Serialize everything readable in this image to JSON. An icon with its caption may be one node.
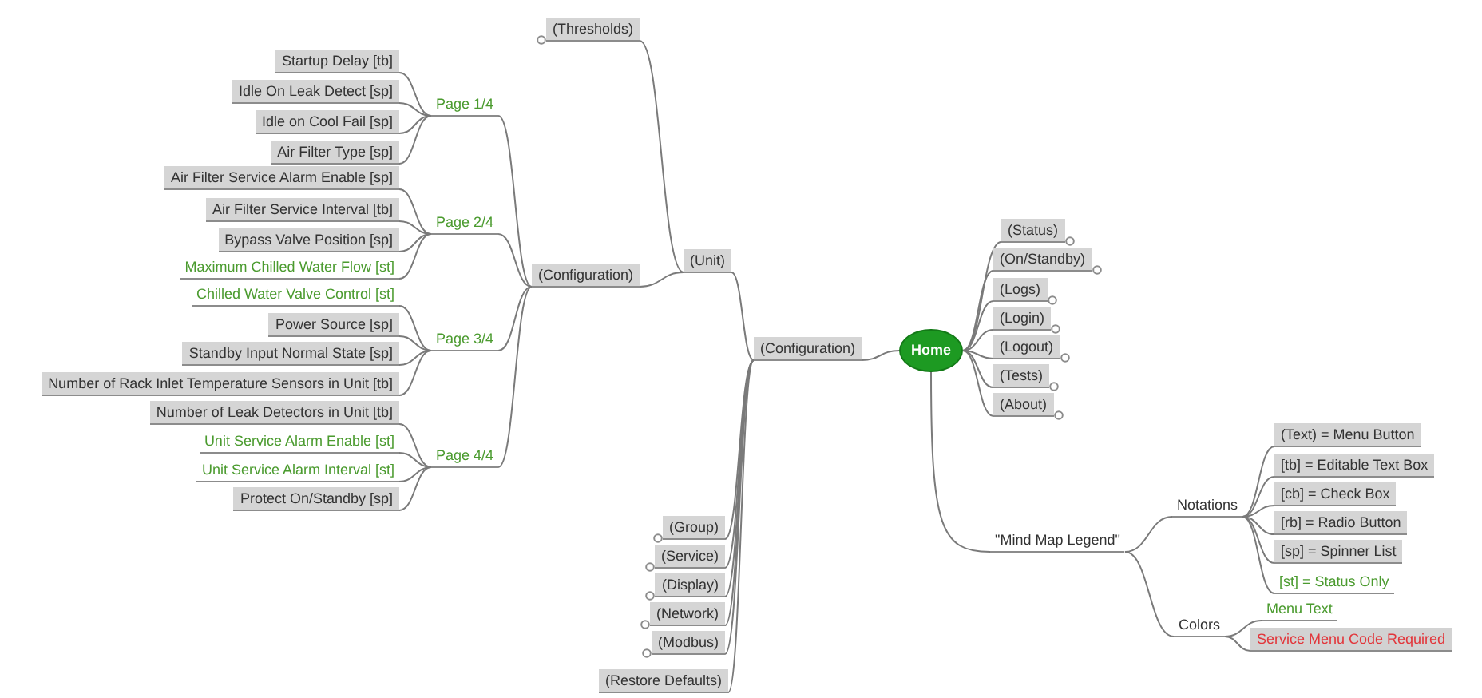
{
  "diagram": {
    "nodes": [
      {
        "text": [
          "(Thresholds)"
        ]
      },
      {
        "text": [
          "Startup Delay [tb]"
        ]
      },
      {
        "text": [
          "Idle On Leak Detect [sp]"
        ]
      },
      {
        "text": [
          "Idle on Cool Fail [sp]"
        ]
      },
      {
        "text": [
          "Air Filter Type [sp]"
        ]
      },
      {
        "text": [
          "Page 1/4"
        ]
      },
      {
        "text": [
          "Air Filter Service Alarm Enable [sp]"
        ]
      },
      {
        "text": [
          "Air Filter Service Interval [tb]"
        ]
      },
      {
        "text": [
          "Bypass Valve Position [sp]"
        ]
      },
      {
        "text": [
          "Maximum Chilled Water Flow [st]"
        ]
      },
      {
        "text": [
          "Page 2/4"
        ]
      },
      {
        "text": [
          "Chilled Water Valve Control [st]"
        ]
      },
      {
        "text": [
          "Power Source [sp]"
        ]
      },
      {
        "text": [
          "Standby Input Normal State [sp]"
        ]
      },
      {
        "text": [
          "Number of Rack Inlet Temperature Sensors in Unit [tb]"
        ]
      },
      {
        "text": [
          "Page 3/4"
        ]
      },
      {
        "text": [
          "Number of Leak Detectors in Unit [tb]"
        ]
      },
      {
        "text": [
          "Unit Service Alarm Enable [st]"
        ]
      },
      {
        "text": [
          "Unit Service Alarm Interval [st]"
        ]
      },
      {
        "text": [
          "Protect On/Standby [sp]"
        ]
      },
      {
        "text": [
          "Page 4/4"
        ]
      },
      {
        "text": [
          "(Configuration)"
        ]
      },
      {
        "text": [
          "(Unit)"
        ]
      },
      {
        "text": [
          "(Configuration)"
        ]
      },
      {
        "text": [
          "(Group)"
        ]
      },
      {
        "text": [
          "(Service)"
        ]
      },
      {
        "text": [
          "(Display)"
        ]
      },
      {
        "text": [
          "(Network)"
        ]
      },
      {
        "text": [
          "(Modbus)"
        ]
      },
      {
        "text": [
          "(Restore Defaults)"
        ]
      },
      {
        "text": [
          "Home"
        ]
      },
      {
        "text": [
          "(Status)"
        ]
      },
      {
        "text": [
          "(On/Standby)"
        ]
      },
      {
        "text": [
          "(Logs)"
        ]
      },
      {
        "text": [
          "(Login)"
        ]
      },
      {
        "text": [
          "(Logout)"
        ]
      },
      {
        "text": [
          "(Tests)"
        ]
      },
      {
        "text": [
          "(About)"
        ]
      },
      {
        "text": [
          "\"Mind Map Legend\""
        ]
      },
      {
        "text": [
          "Notations"
        ]
      },
      {
        "text": [
          "(Text) = Menu Button"
        ]
      },
      {
        "text": [
          "[tb] = Editable Text Box"
        ]
      },
      {
        "text": [
          "[cb] = Check Box"
        ]
      },
      {
        "text": [
          "[rb] = Radio Button"
        ]
      },
      {
        "text": [
          "[sp] = Spinner List"
        ]
      },
      {
        "text": [
          "[st] = Status Only"
        ]
      },
      {
        "text": [
          "Colors"
        ]
      },
      {
        "text": [
          "Menu Text"
        ]
      },
      {
        "text": [
          "Service Menu Code Required"
        ]
      }
    ],
    "edges": [
      {
        "from": 30,
        "to": 23,
        "arrow": "none"
      },
      {
        "from": 23,
        "to": 22,
        "arrow": "none"
      },
      {
        "from": 22,
        "to": 0,
        "arrow": "none"
      },
      {
        "from": 22,
        "to": 21,
        "arrow": "none"
      },
      {
        "from": 21,
        "to": 5,
        "arrow": "none"
      },
      {
        "from": 21,
        "to": 10,
        "arrow": "none"
      },
      {
        "from": 21,
        "to": 15,
        "arrow": "none"
      },
      {
        "from": 21,
        "to": 20,
        "arrow": "none"
      },
      {
        "from": 5,
        "to": 1,
        "arrow": "none"
      },
      {
        "from": 5,
        "to": 2,
        "arrow": "none"
      },
      {
        "from": 5,
        "to": 3,
        "arrow": "none"
      },
      {
        "from": 5,
        "to": 4,
        "arrow": "none"
      },
      {
        "from": 10,
        "to": 6,
        "arrow": "none"
      },
      {
        "from": 10,
        "to": 7,
        "arrow": "none"
      },
      {
        "from": 10,
        "to": 8,
        "arrow": "none"
      },
      {
        "from": 10,
        "to": 9,
        "arrow": "none"
      },
      {
        "from": 15,
        "to": 11,
        "arrow": "none"
      },
      {
        "from": 15,
        "to": 12,
        "arrow": "none"
      },
      {
        "from": 15,
        "to": 13,
        "arrow": "none"
      },
      {
        "from": 15,
        "to": 14,
        "arrow": "none"
      },
      {
        "from": 20,
        "to": 16,
        "arrow": "none"
      },
      {
        "from": 20,
        "to": 17,
        "arrow": "none"
      },
      {
        "from": 20,
        "to": 18,
        "arrow": "none"
      },
      {
        "from": 20,
        "to": 19,
        "arrow": "none"
      },
      {
        "from": 23,
        "to": 24,
        "arrow": "none"
      },
      {
        "from": 23,
        "to": 25,
        "arrow": "none"
      },
      {
        "from": 23,
        "to": 26,
        "arrow": "none"
      },
      {
        "from": 23,
        "to": 27,
        "arrow": "none"
      },
      {
        "from": 23,
        "to": 28,
        "arrow": "none"
      },
      {
        "from": 23,
        "to": 29,
        "arrow": "none"
      },
      {
        "from": 30,
        "to": 31,
        "arrow": "none"
      },
      {
        "from": 30,
        "to": 32,
        "arrow": "none"
      },
      {
        "from": 30,
        "to": 33,
        "arrow": "none"
      },
      {
        "from": 30,
        "to": 34,
        "arrow": "none"
      },
      {
        "from": 30,
        "to": 35,
        "arrow": "none"
      },
      {
        "from": 30,
        "to": 36,
        "arrow": "none"
      },
      {
        "from": 30,
        "to": 37,
        "arrow": "none"
      },
      {
        "from": 30,
        "to": 38,
        "arrow": "none"
      },
      {
        "from": 38,
        "to": 39,
        "arrow": "none"
      },
      {
        "from": 38,
        "to": 46,
        "arrow": "none"
      },
      {
        "from": 39,
        "to": 40,
        "arrow": "none"
      },
      {
        "from": 39,
        "to": 41,
        "arrow": "none"
      },
      {
        "from": 39,
        "to": 42,
        "arrow": "none"
      },
      {
        "from": 39,
        "to": 43,
        "arrow": "none"
      },
      {
        "from": 39,
        "to": 44,
        "arrow": "none"
      },
      {
        "from": 39,
        "to": 45,
        "arrow": "none"
      },
      {
        "from": 46,
        "to": 47,
        "arrow": "none"
      },
      {
        "from": 46,
        "to": 48,
        "arrow": "none"
      }
    ]
  }
}
